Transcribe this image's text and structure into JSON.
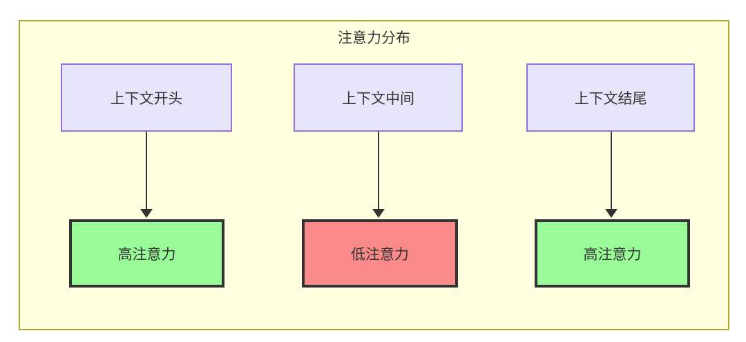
{
  "diagram": {
    "title": "注意力分布",
    "type": "flowchart",
    "container": {
      "fill_color": "#ffffe0",
      "border_color": "#aaaa33"
    },
    "context_nodes": [
      {
        "label": "上下文开头",
        "fill_color": "#e6e6fa",
        "border_color": "#9370db"
      },
      {
        "label": "上下文中间",
        "fill_color": "#e6e6fa",
        "border_color": "#9370db"
      },
      {
        "label": "上下文结尾",
        "fill_color": "#e6e6fa",
        "border_color": "#9370db"
      }
    ],
    "attention_nodes": [
      {
        "label": "高注意力",
        "fill_color": "#98fb98",
        "border_color": "#333333"
      },
      {
        "label": "低注意力",
        "fill_color": "#fa8a8a",
        "border_color": "#333333"
      },
      {
        "label": "高注意力",
        "fill_color": "#98fb98",
        "border_color": "#333333"
      }
    ],
    "edges": [
      {
        "from": "上下文开头",
        "to": "高注意力"
      },
      {
        "from": "上下文中间",
        "to": "低注意力"
      },
      {
        "from": "上下文结尾",
        "to": "高注意力"
      }
    ]
  }
}
